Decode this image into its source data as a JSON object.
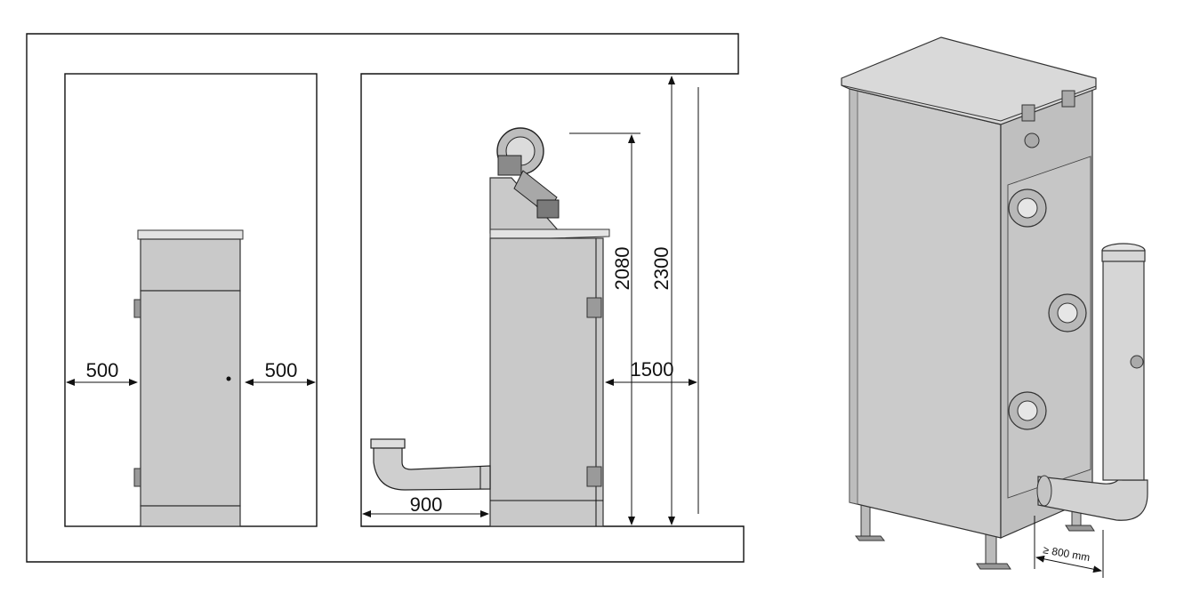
{
  "dimensions": {
    "side_clearance_left": "500",
    "side_clearance_right": "500",
    "front_clearance": "900",
    "rear_clearance": "1500",
    "burner_height": "2080",
    "room_height": "2300",
    "flue_clearance": "≥ 800 mm"
  },
  "colors": {
    "boiler_body": "#c9c9c9",
    "outline": "#333333",
    "background": "#ffffff"
  }
}
